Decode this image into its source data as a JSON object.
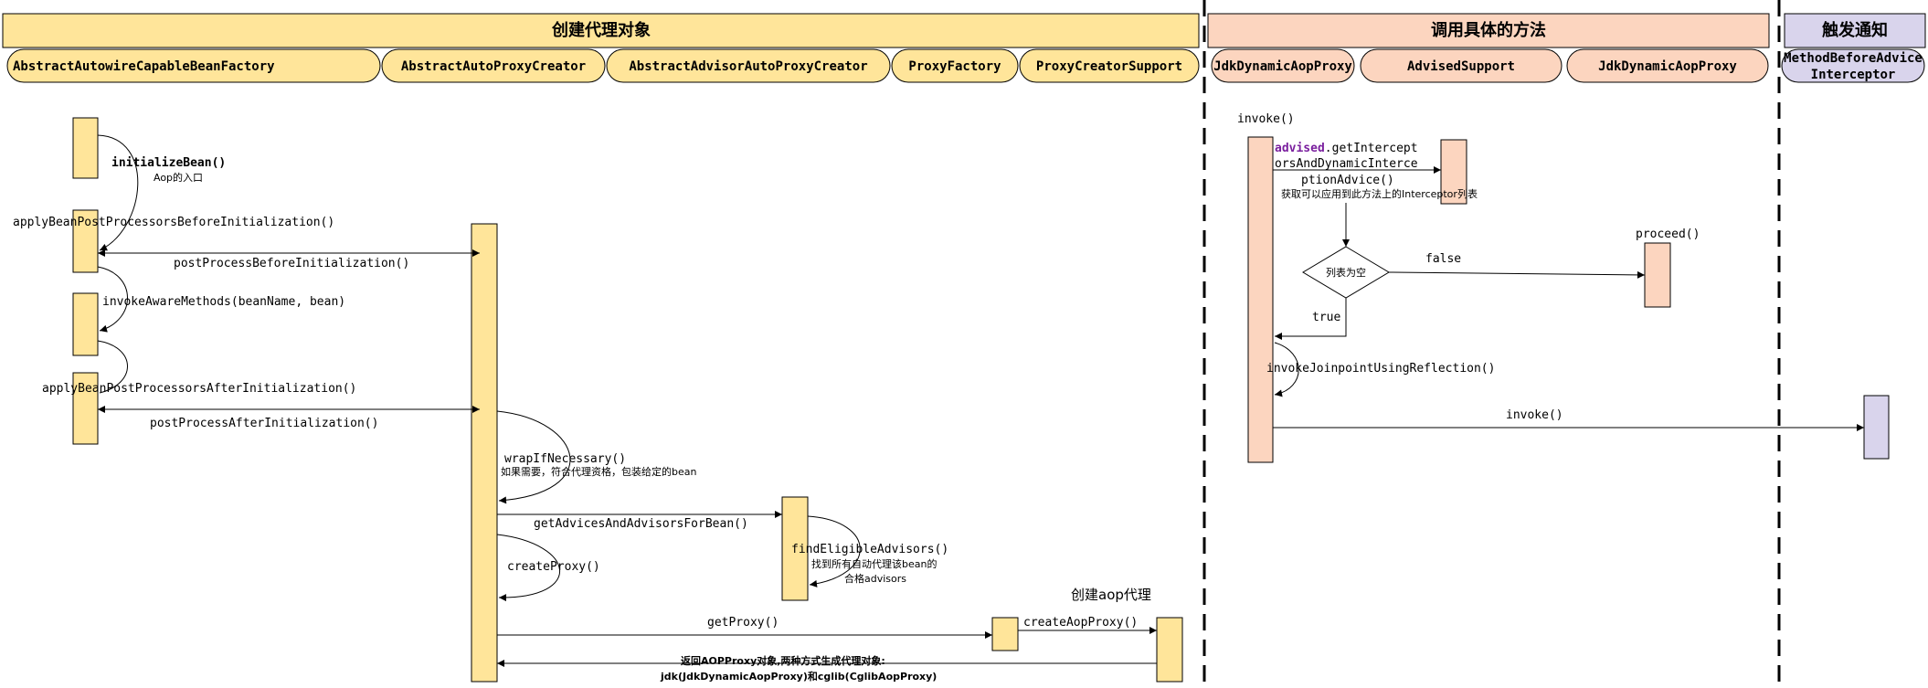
{
  "colors": {
    "create_lane": "#ffe59a",
    "invoke_lane": "#fcd5bf",
    "notify_lane": "#d9d4ec",
    "line": "#000000",
    "keyword": "#7a1f9e"
  },
  "lanes": [
    {
      "title": "创建代理对象"
    },
    {
      "title": "调用具体的方法"
    },
    {
      "title": "触发通知"
    }
  ],
  "actors": [
    "AbstractAutowireCapableBeanFactory",
    "AbstractAutoProxyCreator",
    "AbstractAdvisorAutoProxyCreator",
    "ProxyFactory",
    "ProxyCreatorSupport",
    "JdkDynamicAopProxy",
    "AdvisedSupport",
    "JdkDynamicAopProxy",
    "MethodBeforeAdvice",
    "Interceptor"
  ],
  "messages": {
    "initialize_bean": "initializeBean()",
    "aop_entry": "Aop的入口",
    "apply_before": "applyBeanPostProcessorsBeforeInitialization()",
    "post_before": "postProcessBeforeInitialization()",
    "invoke_aware": "invokeAwareMethods(beanName, bean)",
    "apply_after": "applyBeanPostProcessorsAfterInitialization()",
    "post_after": "postProcessAfterInitialization()",
    "wrap_if": "wrapIfNecessary()",
    "wrap_note": "如果需要，符合代理资格，包装给定的bean",
    "get_advices": "getAdvicesAndAdvisorsForBean()",
    "find_eligible": "findEligibleAdvisors()",
    "find_note_1": "找到所有自动代理该bean的",
    "find_note_2": "合格advisors",
    "create_proxy": "createProxy()",
    "get_proxy": "getProxy()",
    "create_aop_note": "创建aop代理",
    "create_aop_proxy": "createAopProxy()",
    "return_note_1": "返回AOPProxy对象,两种方式生成代理对象:",
    "return_note_2": "jdk(JdkDynamicAopProxy)和cglib(CglibAopProxy)",
    "invoke_start": "invoke()",
    "advised_kw": "advised",
    "get_interceptors_1": ".getIntercept",
    "get_interceptors_2": "orsAndDynamicInterce",
    "get_interceptors_3": "ptionAdvice()",
    "get_interceptors_note": "获取可以应用到此方法上的Interceptor列表",
    "decision": "列表为空",
    "false_label": "false",
    "true_label": "true",
    "proceed": "proceed()",
    "invoke_joinpoint": "invokeJoinpointUsingReflection()",
    "invoke_notify": "invoke()"
  }
}
